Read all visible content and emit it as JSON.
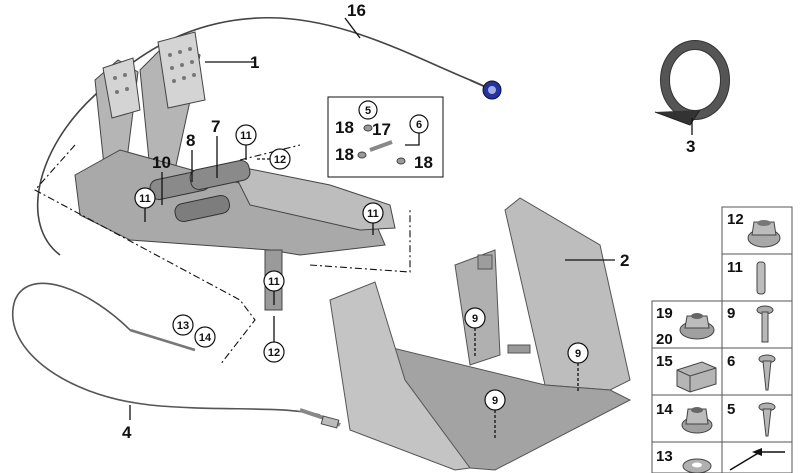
{
  "callouts": {
    "c1": "1",
    "c2": "2",
    "c3": "3",
    "c4": "4",
    "c7": "7",
    "c8": "8",
    "c10": "10",
    "c16": "16",
    "c17": "17",
    "c18a": "18",
    "c18b": "18",
    "c18c": "18"
  },
  "circled": {
    "k5": "5",
    "k6": "6",
    "k11a": "11",
    "k11b": "11",
    "k11c": "11",
    "k11d": "11",
    "k12a": "12",
    "k12b": "12",
    "k13": "13",
    "k14": "14",
    "k9a": "9",
    "k9b": "9",
    "k9c": "9"
  },
  "grid": {
    "r1": {
      "left": "12"
    },
    "r2": {
      "left": "11"
    },
    "r3": {
      "left_top": "19",
      "left_bottom": "20",
      "right": "9"
    },
    "r4": {
      "left": "15",
      "right": "6"
    },
    "r5": {
      "left": "14",
      "right": "5"
    },
    "r6": {
      "left": "13"
    }
  },
  "colors": {
    "part_light": "#c9c9c9",
    "part_mid": "#a9a9a9",
    "part_dark": "#7d7d7d",
    "knob": "#2233aa"
  }
}
